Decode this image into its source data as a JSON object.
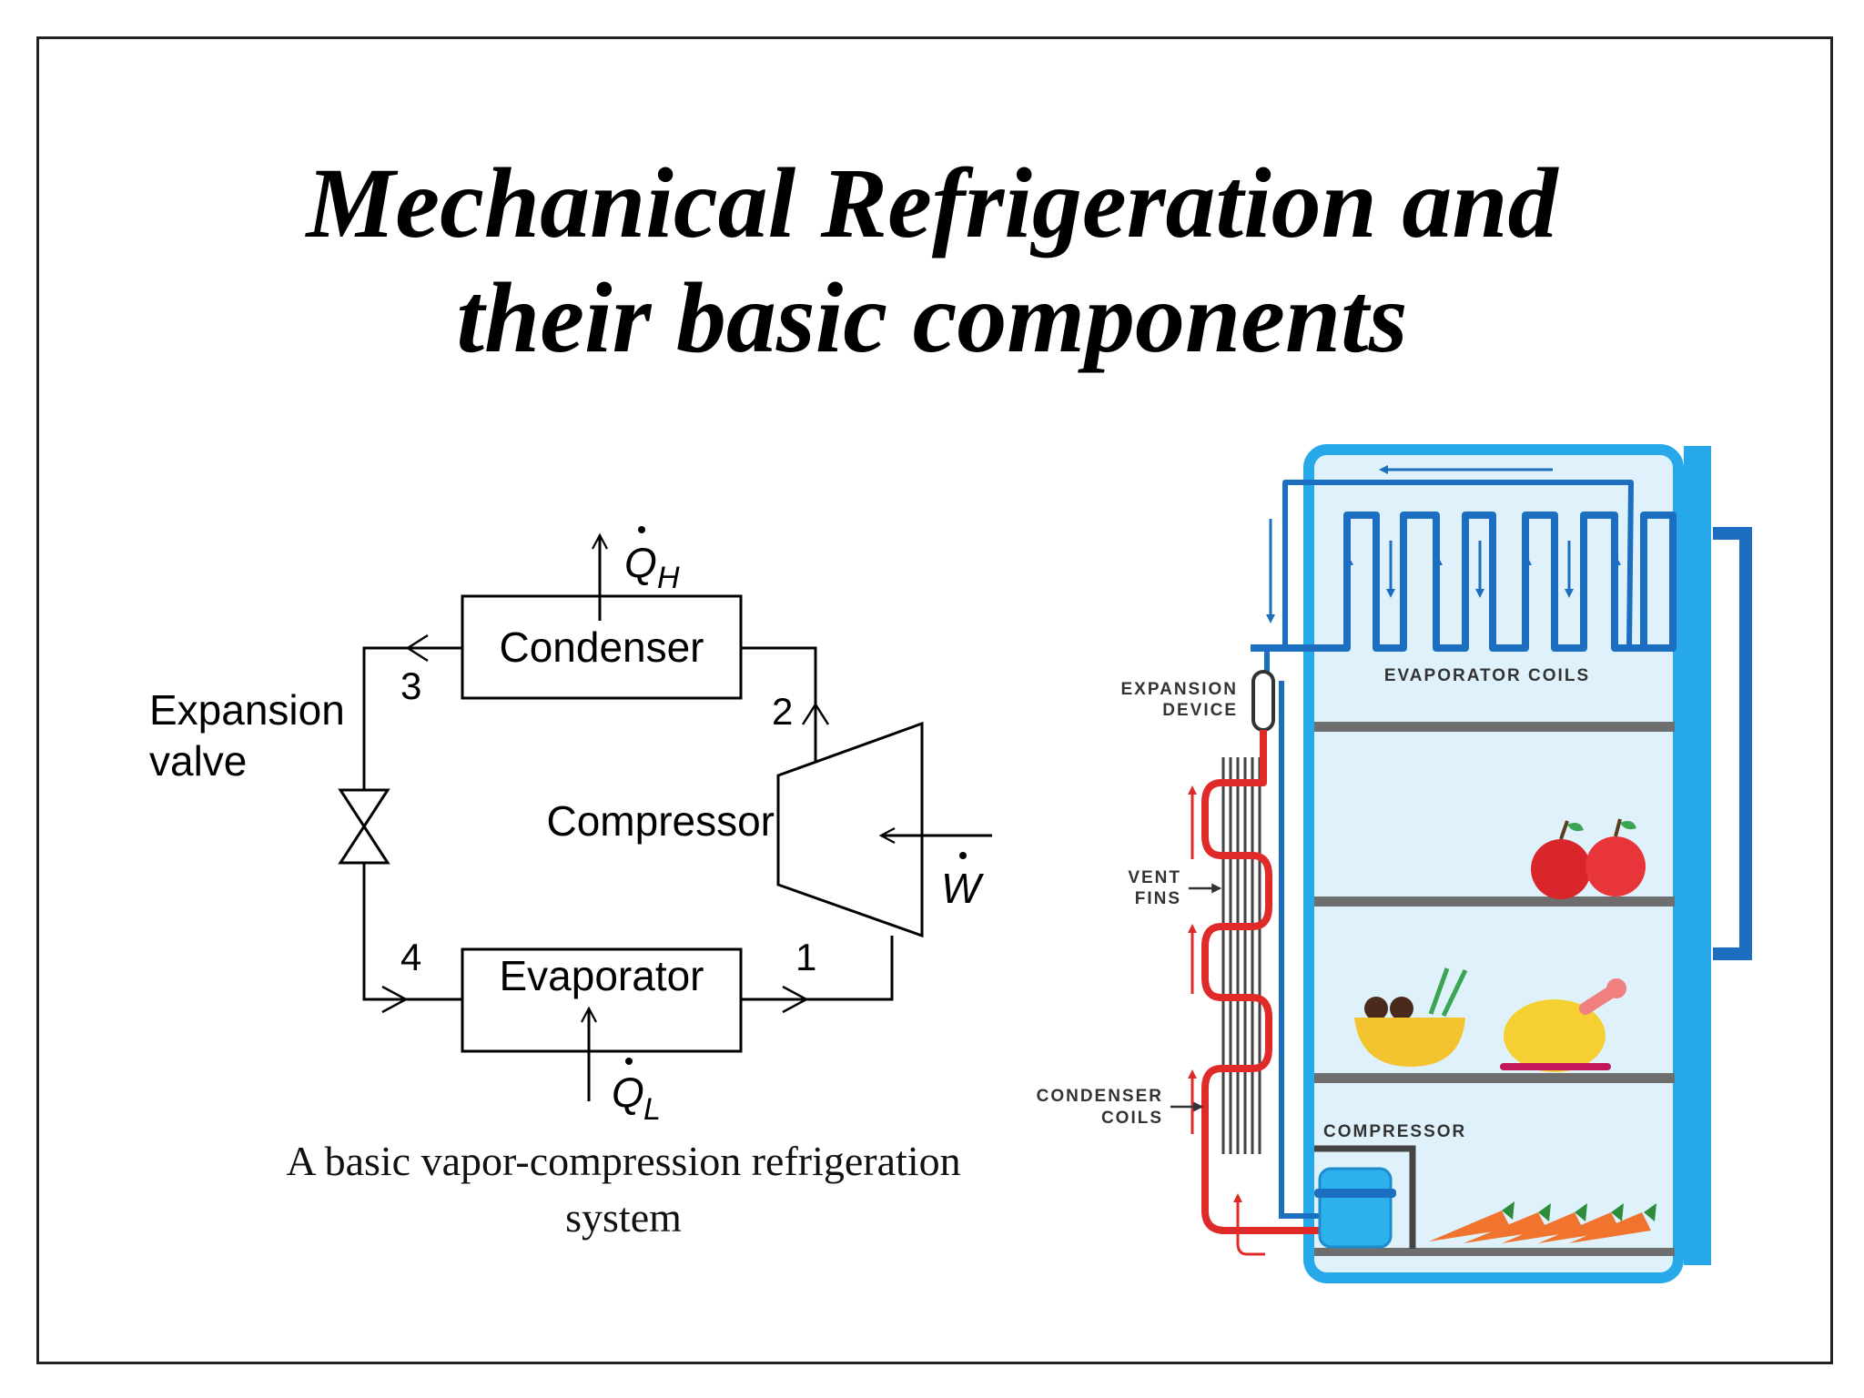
{
  "title": {
    "line1": "Mechanical Refrigeration and",
    "line2": "their basic components"
  },
  "schematic": {
    "condenser": "Condenser",
    "evaporator": "Evaporator",
    "compressor": "Compressor",
    "expansion_line1": "Expansion",
    "expansion_line2": "valve",
    "qh_symbol": "Q",
    "qh_sub": "H",
    "ql_symbol": "Q",
    "ql_sub": "L",
    "w_symbol": "W",
    "state_1": "1",
    "state_2": "2",
    "state_3": "3",
    "state_4": "4"
  },
  "caption": {
    "line1": "A basic vapor-compression refrigeration",
    "line2": "system"
  },
  "fridge": {
    "evaporator_coils": "EVAPORATOR COILS",
    "expansion_line1": "EXPANSION",
    "expansion_line2": "DEVICE",
    "vent_line1": "VENT",
    "vent_line2": "FINS",
    "condenser_line1": "CONDENSER",
    "condenser_line2": "COILS",
    "compressor": "COMPRESSOR"
  },
  "colors": {
    "fridge_blue": "#27a8e8",
    "fridge_fill": "#dff2fb",
    "coil_dark_blue": "#1c6fc0",
    "condenser_red": "#e02a2a",
    "shelf_gray": "#6e6e6e"
  }
}
